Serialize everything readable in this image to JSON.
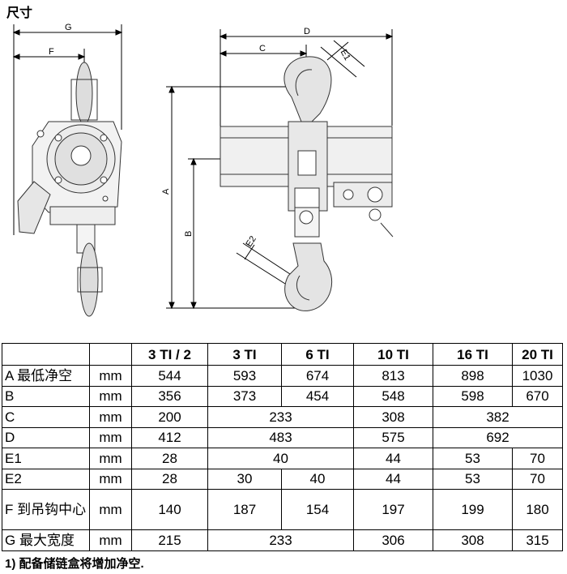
{
  "title": "尺寸",
  "drawing_labels": {
    "G": "G",
    "F": "F",
    "D": "D",
    "C": "C",
    "E1": "E1",
    "A": "A",
    "B": "B",
    "E2": "E2"
  },
  "table": {
    "headers": [
      "",
      "",
      "3 TI / 2",
      "3 TI",
      "6 TI",
      "10 TI",
      "16 TI",
      "20 TI"
    ],
    "rows": [
      {
        "label": "A 最低净空",
        "unit": "mm",
        "cells": [
          {
            "v": "544",
            "span": 1
          },
          {
            "v": "593",
            "span": 1
          },
          {
            "v": "674",
            "span": 1
          },
          {
            "v": "813",
            "span": 1
          },
          {
            "v": "898",
            "span": 1
          },
          {
            "v": "1030",
            "span": 1
          }
        ]
      },
      {
        "label": "B",
        "unit": "mm",
        "cells": [
          {
            "v": "356",
            "span": 1
          },
          {
            "v": "373",
            "span": 1
          },
          {
            "v": "454",
            "span": 1
          },
          {
            "v": "548",
            "span": 1
          },
          {
            "v": "598",
            "span": 1
          },
          {
            "v": "670",
            "span": 1
          }
        ]
      },
      {
        "label": "C",
        "unit": "mm",
        "cells": [
          {
            "v": "200",
            "span": 1
          },
          {
            "v": "233",
            "span": 2
          },
          {
            "v": "308",
            "span": 1
          },
          {
            "v": "382",
            "span": 2
          }
        ]
      },
      {
        "label": "D",
        "unit": "mm",
        "cells": [
          {
            "v": "412",
            "span": 1
          },
          {
            "v": "483",
            "span": 2
          },
          {
            "v": "575",
            "span": 1
          },
          {
            "v": "692",
            "span": 2
          }
        ]
      },
      {
        "label": "E1",
        "unit": "mm",
        "cells": [
          {
            "v": "28",
            "span": 1
          },
          {
            "v": "40",
            "span": 2
          },
          {
            "v": "44",
            "span": 1
          },
          {
            "v": "53",
            "span": 1
          },
          {
            "v": "70",
            "span": 1
          }
        ]
      },
      {
        "label": "E2",
        "unit": "mm",
        "cells": [
          {
            "v": "28",
            "span": 1
          },
          {
            "v": "30",
            "span": 1
          },
          {
            "v": "40",
            "span": 1
          },
          {
            "v": "44",
            "span": 1
          },
          {
            "v": "53",
            "span": 1
          },
          {
            "v": "70",
            "span": 1
          }
        ]
      },
      {
        "label": "F 到吊钩中心",
        "unit": "mm",
        "cells": [
          {
            "v": "140",
            "span": 1
          },
          {
            "v": "187",
            "span": 1
          },
          {
            "v": "154",
            "span": 1
          },
          {
            "v": "197",
            "span": 1
          },
          {
            "v": "199",
            "span": 1
          },
          {
            "v": "180",
            "span": 1
          }
        ]
      },
      {
        "label": "G 最大宽度",
        "unit": "mm",
        "cells": [
          {
            "v": "215",
            "span": 1
          },
          {
            "v": "233",
            "span": 2
          },
          {
            "v": "306",
            "span": 1
          },
          {
            "v": "308",
            "span": 1
          },
          {
            "v": "315",
            "span": 1
          }
        ]
      }
    ]
  },
  "note": "1) 配备储链盒将增加净空."
}
